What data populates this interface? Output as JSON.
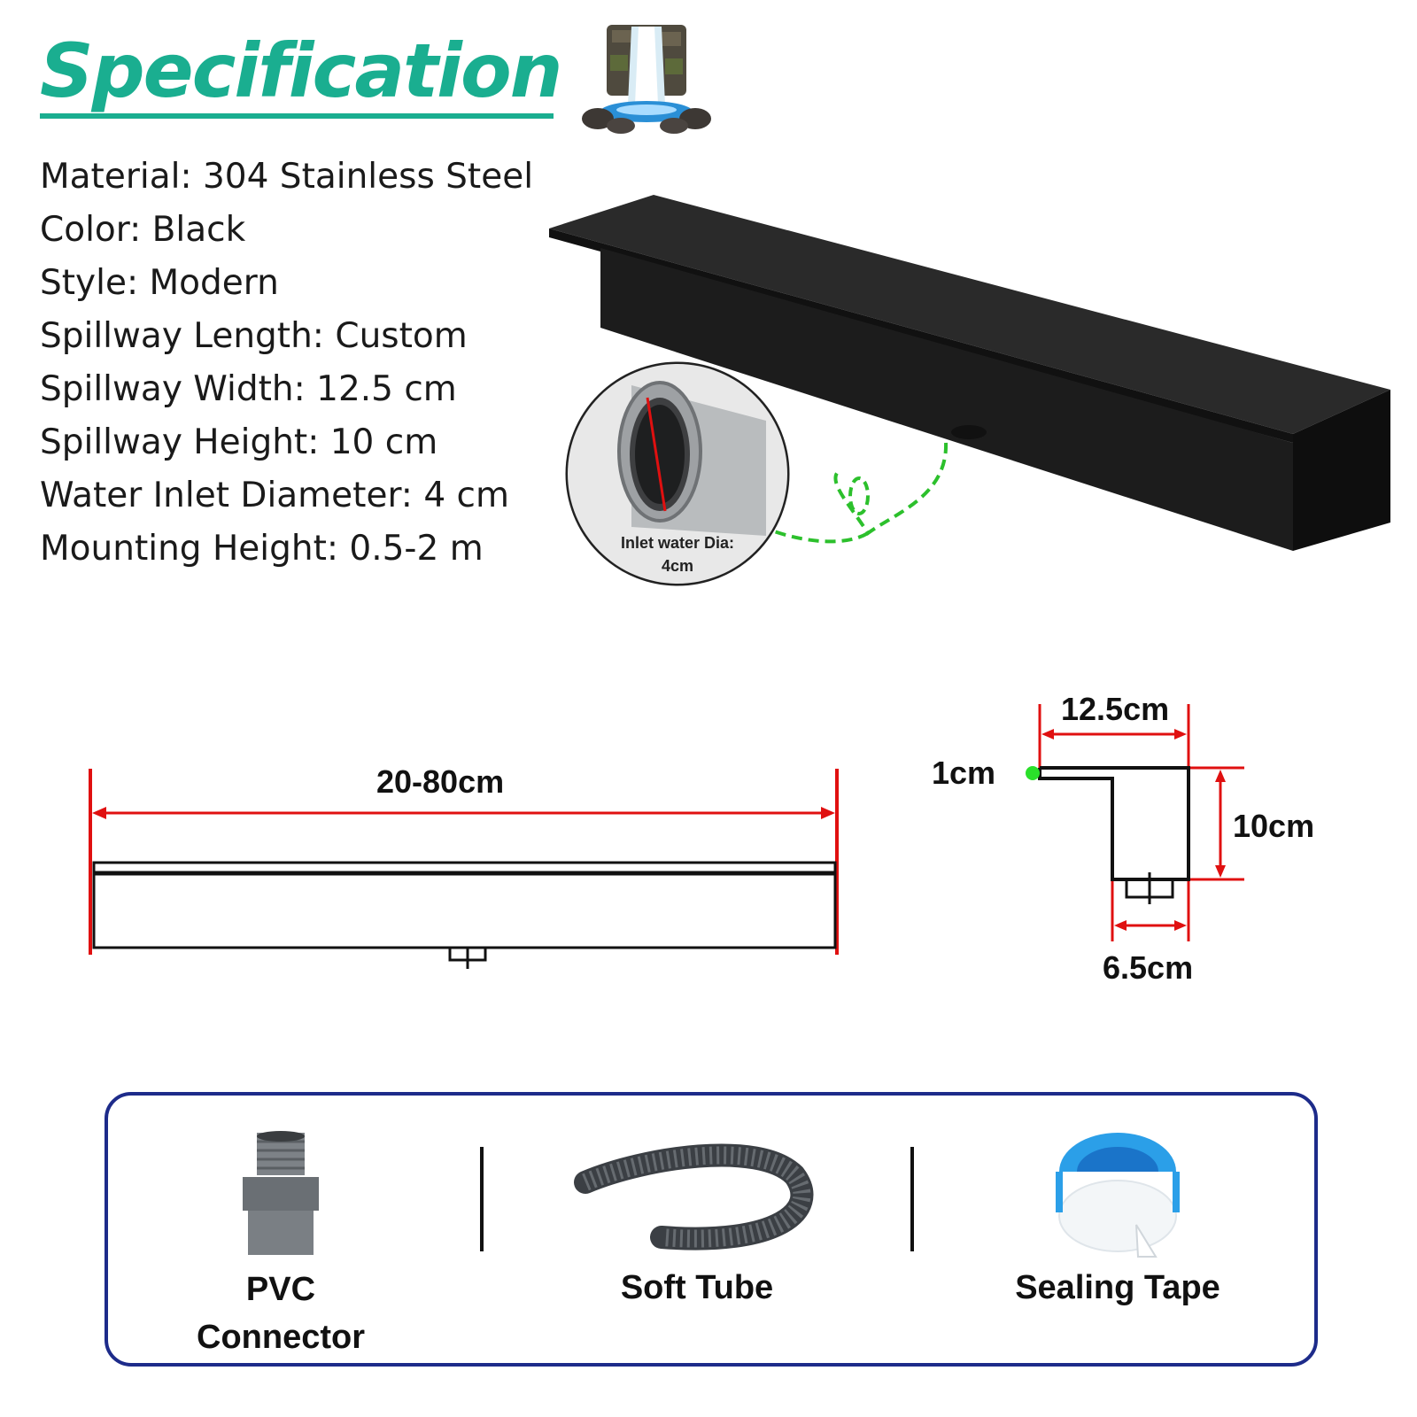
{
  "header": {
    "title": "Specification"
  },
  "specs": [
    "Material: 304 Stainless Steel",
    "Color: Black",
    "Style: Modern",
    "Spillway Length: Custom",
    "Spillway Width: 12.5 cm",
    "Spillway Height: 10 cm",
    "Water Inlet Diameter: 4 cm",
    "Mounting Height: 0.5-2 m"
  ],
  "inlet_callout": {
    "line1": "Inlet water Dia:",
    "line2": "4cm"
  },
  "dimensions": {
    "length": "20-80cm",
    "width": "12.5cm",
    "lip": "1cm",
    "height": "10cm",
    "base": "6.5cm"
  },
  "accessories": [
    {
      "line1": "PVC",
      "line2": "Connector"
    },
    {
      "line1": "Soft Tube"
    },
    {
      "line1": "Sealing Tape"
    }
  ],
  "colors": {
    "title": "#1aae90",
    "dimension_lines": "#e01010",
    "accessory_border": "#1d2b8a",
    "callout_dash": "#2cc02c",
    "product": "#1c1c1c"
  }
}
